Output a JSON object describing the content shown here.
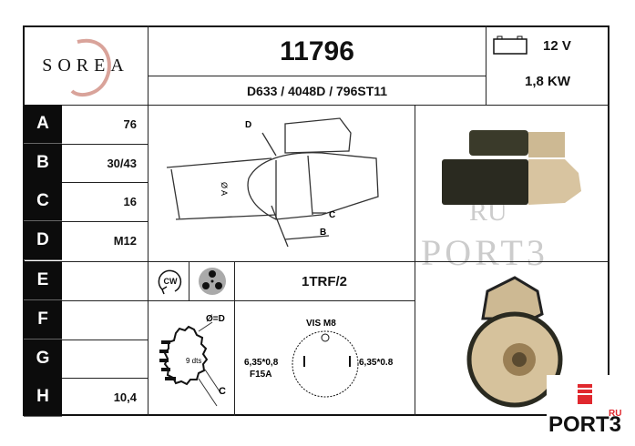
{
  "header": {
    "brand": "SOREA",
    "part_number": "11796",
    "cross_references": "D633 / 4048D / 796ST11",
    "voltage": "12 V",
    "power": "1,8 KW",
    "battery_icon": "battery-icon"
  },
  "specs": [
    {
      "letter": "A",
      "value": "76"
    },
    {
      "letter": "B",
      "value": "30/43"
    },
    {
      "letter": "C",
      "value": "16"
    },
    {
      "letter": "D",
      "value": "M12"
    },
    {
      "letter": "E",
      "value": ""
    },
    {
      "letter": "F",
      "value": ""
    },
    {
      "letter": "G",
      "value": ""
    },
    {
      "letter": "H",
      "value": "10,4"
    }
  ],
  "drawing": {
    "label_d": "D",
    "label_c": "C",
    "label_b": "B",
    "label_a": "Ø A"
  },
  "rotation": {
    "label": "CW"
  },
  "connector_code": "1TRF/2",
  "pinion": {
    "diameter_label": "Ø=D",
    "teeth_label": "9 dts",
    "c_label": "C"
  },
  "terminals": {
    "screw_label": "VIS M8",
    "left_terminal": "6,35*0,8",
    "left_fuse": "F15A",
    "right_terminal": "6,35*0.8"
  },
  "watermark": {
    "text": "PORT3",
    "suffix": "RU"
  }
}
